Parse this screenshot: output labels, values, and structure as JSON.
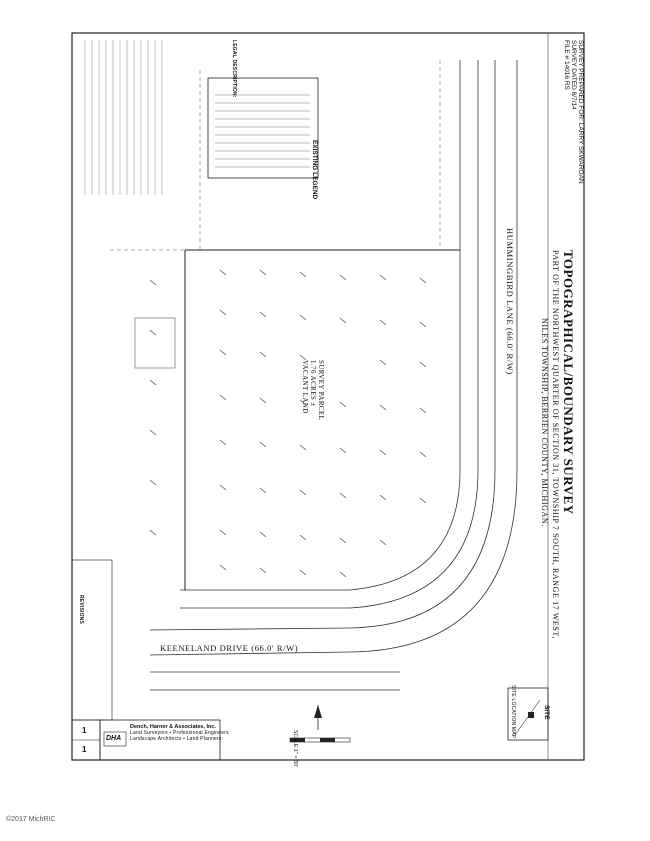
{
  "survey_header": {
    "line1": "SURVEY PREPARED FOR: LARRY SKWAROAN",
    "line2": "SURVEY DATED 8/7/14",
    "line3": "FILE # 14016 RS"
  },
  "title": {
    "main": "TOPOGRAPHICAL/BOUNDARY SURVEY",
    "sub1": "PART OF THE NORTHWEST QUARTER OF SECTION 31, TOWNSHIP 7 SOUTH, RANGE 17 WEST,",
    "sub2": "NILES TOWNSHIP, BERRIEN COUNTY, MICHIGAN."
  },
  "legend": {
    "heading": "EXISTING LEGEND"
  },
  "legal": {
    "heading": "LEGAL DESCRIPTION:"
  },
  "roads": {
    "north": "HUMMINGBIRD LANE (66.0' R/W)",
    "south": "KEENELAND DRIVE (66.0' R/W)"
  },
  "parcel": {
    "line1": "SURVEY PARCEL",
    "line2": "1.76 ACRES ±",
    "line3": "VACANT LAND"
  },
  "site_map": {
    "label": "SITE",
    "caption": "SITE LOCATION MAP"
  },
  "scale": {
    "label": "SCALE 1\" = 30'"
  },
  "revisions": {
    "label": "REVISIONS"
  },
  "firm": {
    "name": "Dench, Harner & Associates, Inc.",
    "tag1": "Land Surveyors • Professional Engineers",
    "tag2": "Landscape Architects • Land Planners",
    "logo": "DHA"
  },
  "sheet": {
    "number": "1",
    "of": "1"
  },
  "footer": "©2017 MichRIC"
}
